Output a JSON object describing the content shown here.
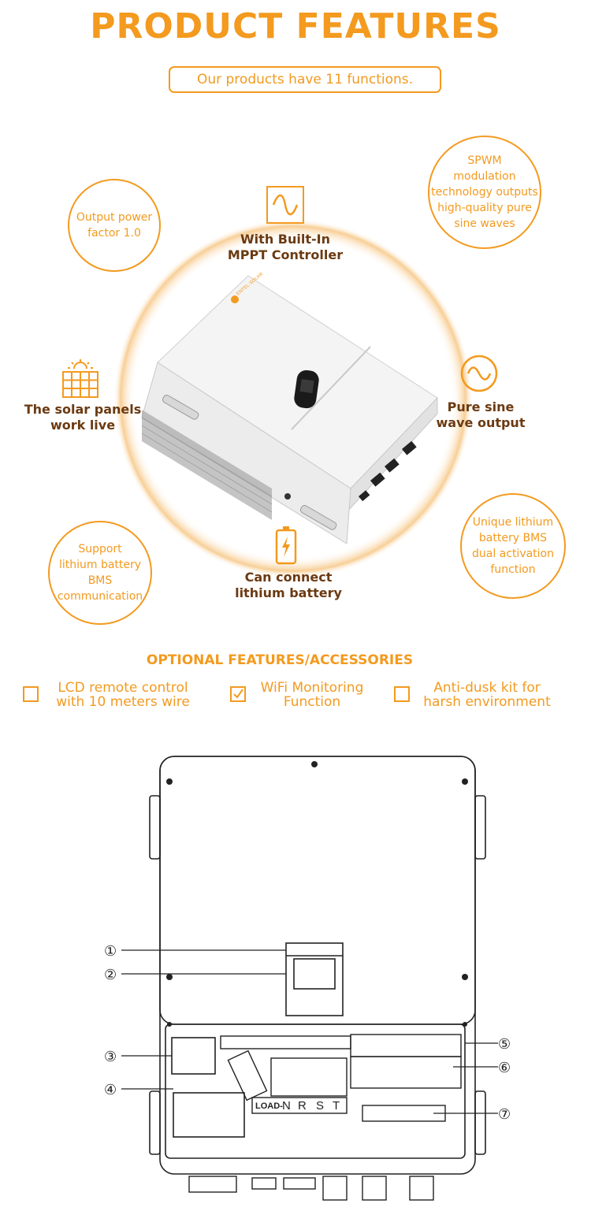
{
  "header": {
    "title": "PRODUCT FEATURES",
    "subtitle": "Our products have 11 functions."
  },
  "features": {
    "mppt": [
      "With Built-In",
      "MPPT Controller"
    ],
    "solar": [
      "The solar panels",
      "work live"
    ],
    "sine": [
      "Pure sine",
      "wave output"
    ],
    "lithium": [
      "Can connect",
      "lithium battery"
    ]
  },
  "bubbles": {
    "power_factor": [
      "Output power",
      "factor 1.0"
    ],
    "spwm": [
      "SPWM",
      "modulation",
      "technology outputs",
      "high-quality pure",
      "sine waves"
    ],
    "bms_comm": [
      "Support",
      "lithium battery",
      "BMS",
      "communication"
    ],
    "bms_dual": [
      "Unique lithium",
      "battery BMS",
      "dual activation",
      "function"
    ]
  },
  "device_brand": "ENTEL·SOLAR",
  "optional": {
    "heading": "OPTIONAL FEATURES/ACCESSORIES",
    "items": [
      {
        "lines": [
          "LCD remote control",
          "with 10 meters wire"
        ],
        "checked": false
      },
      {
        "lines": [
          "WiFi Monitoring",
          "Function"
        ],
        "checked": true
      },
      {
        "lines": [
          "Anti-dusk kit for",
          "harsh environment"
        ],
        "checked": false
      }
    ]
  },
  "diagram": {
    "callouts": [
      "①",
      "②",
      "③",
      "④",
      "⑤",
      "⑥",
      "⑦"
    ],
    "terminal_label": "LOAD-",
    "terminal_letters": [
      "N",
      "R",
      "S",
      "T"
    ]
  },
  "colors": {
    "accent": "#f39a1f",
    "label": "#6b3a12"
  }
}
